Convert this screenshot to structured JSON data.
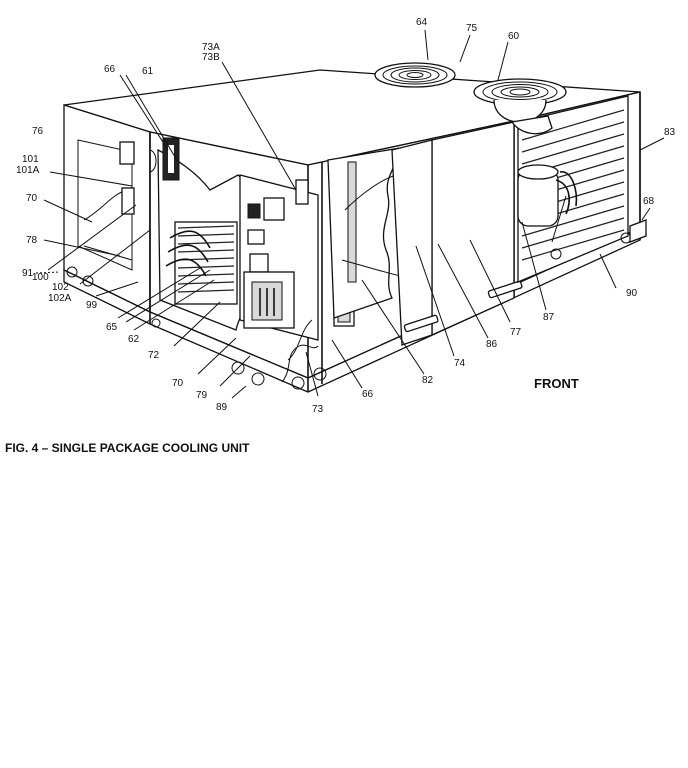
{
  "figure": {
    "caption": "FIG. 4 – SINGLE PACKAGE COOLING UNIT",
    "front_label": "FRONT"
  },
  "callouts": [
    {
      "id": "c-64",
      "text": "64"
    },
    {
      "id": "c-75",
      "text": "75"
    },
    {
      "id": "c-60",
      "text": "60"
    },
    {
      "id": "c-73a",
      "text": "73A"
    },
    {
      "id": "c-73b",
      "text": "73B"
    },
    {
      "id": "c-66a",
      "text": "66"
    },
    {
      "id": "c-61",
      "text": "61"
    },
    {
      "id": "c-76",
      "text": "76"
    },
    {
      "id": "c-101",
      "text": "101"
    },
    {
      "id": "c-101a",
      "text": "101A"
    },
    {
      "id": "c-70a",
      "text": "70"
    },
    {
      "id": "c-78",
      "text": "78"
    },
    {
      "id": "c-91",
      "text": "91"
    },
    {
      "id": "c-100",
      "text": "100"
    },
    {
      "id": "c-102",
      "text": "102"
    },
    {
      "id": "c-102a",
      "text": "102A"
    },
    {
      "id": "c-99",
      "text": "99"
    },
    {
      "id": "c-65",
      "text": "65"
    },
    {
      "id": "c-62",
      "text": "62"
    },
    {
      "id": "c-72",
      "text": "72"
    },
    {
      "id": "c-70b",
      "text": "70"
    },
    {
      "id": "c-79",
      "text": "79"
    },
    {
      "id": "c-89",
      "text": "89"
    },
    {
      "id": "c-73",
      "text": "73"
    },
    {
      "id": "c-66b",
      "text": "66"
    },
    {
      "id": "c-82",
      "text": "82"
    },
    {
      "id": "c-74",
      "text": "74"
    },
    {
      "id": "c-86",
      "text": "86"
    },
    {
      "id": "c-77",
      "text": "77"
    },
    {
      "id": "c-87",
      "text": "87"
    },
    {
      "id": "c-90",
      "text": "90"
    },
    {
      "id": "c-68",
      "text": "68"
    },
    {
      "id": "c-83",
      "text": "83"
    }
  ]
}
